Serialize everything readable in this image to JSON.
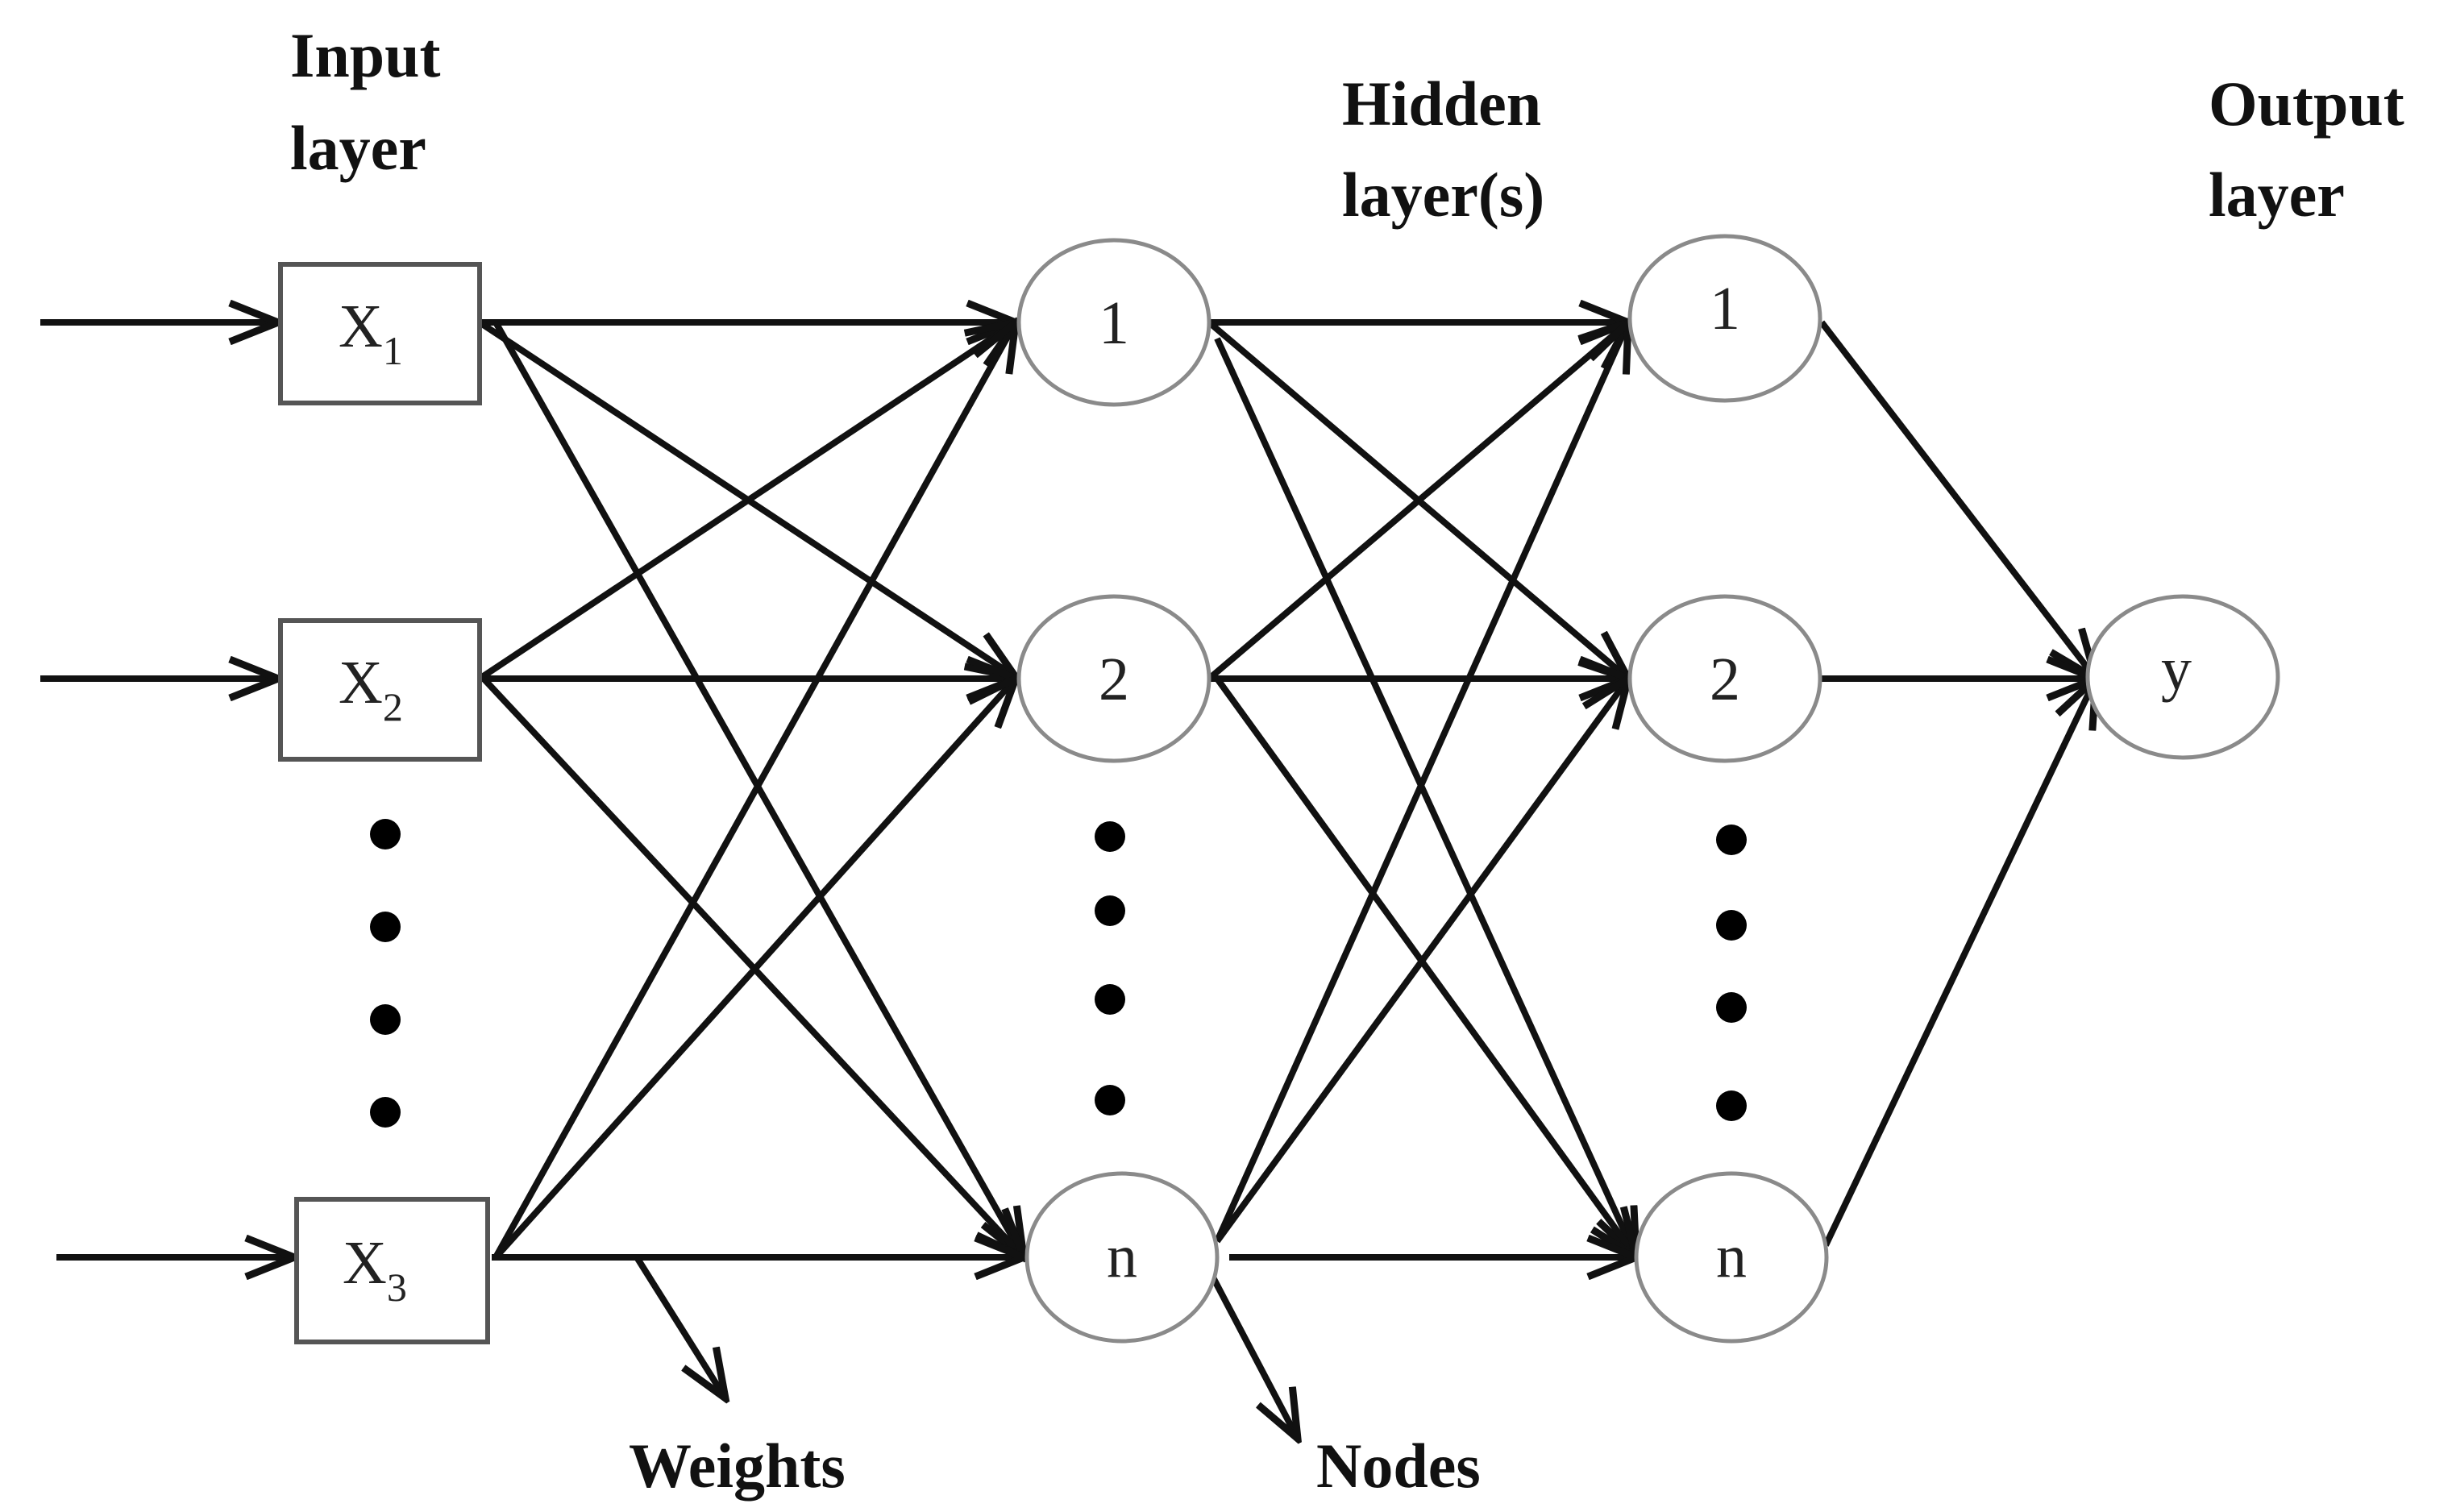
{
  "headers": {
    "input_line1": "Input",
    "input_line2": "layer",
    "hidden_line1": "Hidden",
    "hidden_line2": "layer(s)",
    "output_line1": "Output",
    "output_line2": "layer"
  },
  "input_nodes": [
    {
      "main": "X",
      "sub": "1"
    },
    {
      "main": "X",
      "sub": "2"
    },
    {
      "main": "X",
      "sub": "3"
    }
  ],
  "hidden_layer_1": [
    "1",
    "2",
    "n"
  ],
  "hidden_layer_2": [
    "1",
    "2",
    "n"
  ],
  "output_node": "y",
  "callouts": {
    "weights": "Weights",
    "nodes": "Nodes"
  },
  "colors": {
    "line": "#111111",
    "circle_border": "#8a8a8a",
    "box_border": "#555555",
    "background": "#ffffff"
  }
}
